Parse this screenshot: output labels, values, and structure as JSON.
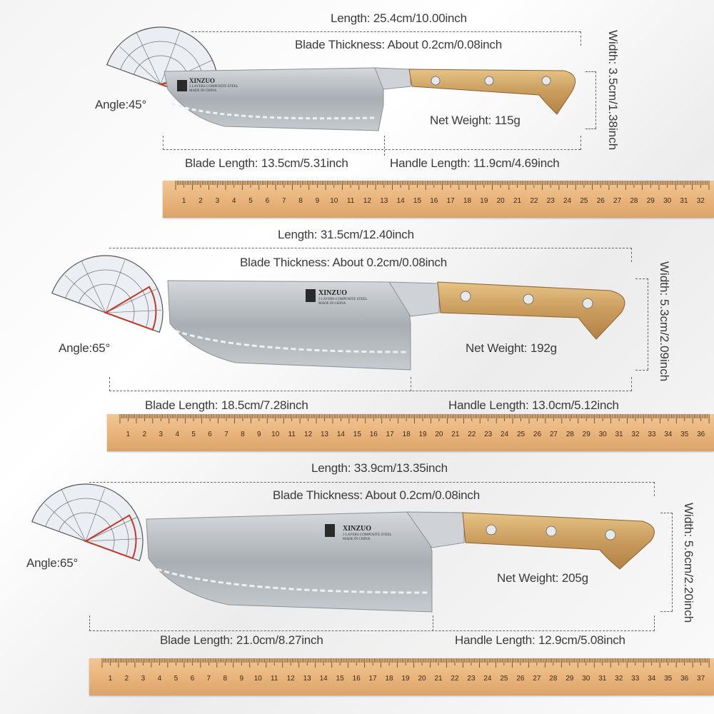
{
  "knives": [
    {
      "length": "Length: 25.4cm/10.00inch",
      "thickness": "Blade Thickness: About 0.2cm/0.08inch",
      "width": "Width: 3.5cm/1.38inch",
      "angle": "Angle:45°",
      "weight": "Net Weight: 115g",
      "blade_length": "Blade Length: 13.5cm/5.31inch",
      "handle_length": "Handle Length: 11.9cm/4.69inch",
      "brand": "XINZUO",
      "steel": "3 LAYERS COMPOSITE STEEL",
      "origin": "MADE IN CHINA",
      "ruler_cm": 32
    },
    {
      "length": "Length: 31.5cm/12.40inch",
      "thickness": "Blade Thickness: About 0.2cm/0.08inch",
      "width": "Width: 5.3cm/2.09inch",
      "angle": "Angle:65°",
      "weight": "Net Weight: 192g",
      "blade_length": "Blade Length: 18.5cm/7.28inch",
      "handle_length": "Handle Length: 13.0cm/5.12inch",
      "brand": "XINZUO",
      "steel": "3 LAYERS COMPOSITE STEEL",
      "origin": "MADE IN CHINA",
      "ruler_cm": 36
    },
    {
      "length": "Length: 33.9cm/13.35inch",
      "thickness": "Blade Thickness: About 0.2cm/0.08inch",
      "width": "Width: 5.6cm/2.20inch",
      "angle": "Angle:65°",
      "weight": "Net Weight: 205g",
      "blade_length": "Blade Length: 21.0cm/8.27inch",
      "handle_length": "Handle Length: 12.9cm/5.08inch",
      "brand": "XINZUO",
      "steel": "3 LAYERS COMPOSITE STEEL",
      "origin": "MADE IN CHINA",
      "ruler_cm": 37
    }
  ]
}
